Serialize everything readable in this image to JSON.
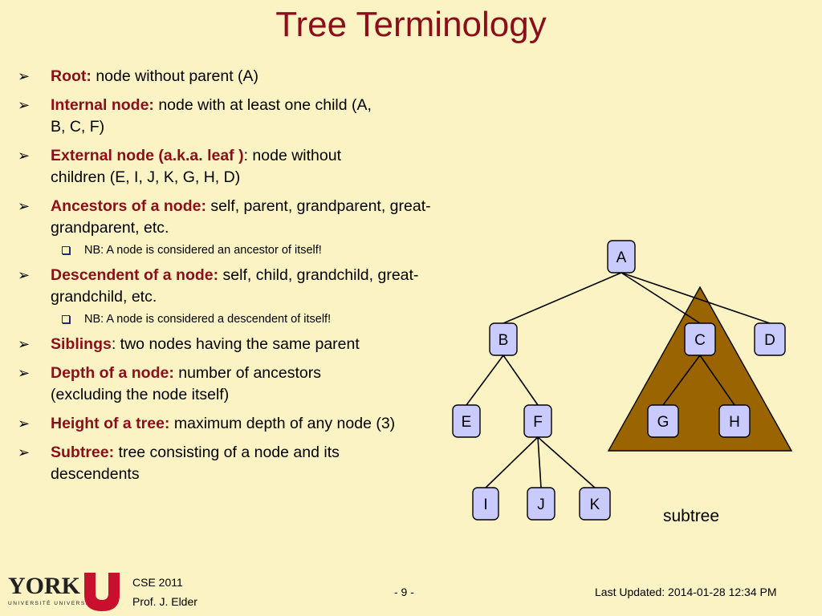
{
  "title": "Tree Terminology",
  "bullets": [
    {
      "term": "Root:",
      "text": " node without parent (A)"
    },
    {
      "term": "Internal node:",
      "text": " node with at least one child (A, B, C, F)"
    },
    {
      "term": "External node (a.k.a. leaf )",
      "text": ": node without children (E, I, J, K, G, H, D)"
    },
    {
      "term": "Ancestors of a node:",
      "text": " self, parent, grandparent, great-grandparent, etc.",
      "note": "NB:  A node is considered an ancestor of itself!"
    },
    {
      "term": "Descendent of a node:",
      "text": " self, child, grandchild, great-grandchild, etc.",
      "note": "NB:  A node is considered a descendent of itself!"
    },
    {
      "term": "Siblings",
      "text": ":  two nodes having the same parent"
    },
    {
      "term": "Depth of a node:",
      "text": " number of ancestors (excluding the node itself)"
    },
    {
      "term": "Height of a tree:",
      "text": " maximum depth of any node (3)"
    },
    {
      "term": "Subtree:",
      "text": " tree consisting of a node and its descendents"
    }
  ],
  "tree": {
    "nodes": [
      "A",
      "B",
      "C",
      "D",
      "E",
      "F",
      "G",
      "H",
      "I",
      "J",
      "K"
    ],
    "edges": [
      [
        "A",
        "B"
      ],
      [
        "A",
        "C"
      ],
      [
        "A",
        "D"
      ],
      [
        "B",
        "E"
      ],
      [
        "B",
        "F"
      ],
      [
        "C",
        "G"
      ],
      [
        "C",
        "H"
      ],
      [
        "F",
        "I"
      ],
      [
        "F",
        "J"
      ],
      [
        "F",
        "K"
      ]
    ],
    "subtree_root": "C",
    "subtree_label": "subtree",
    "node_color": "#c9cbff",
    "subtree_color": "#9a6500"
  },
  "footer": {
    "logo_text": "YORK",
    "logo_sub": "UNIVERSITÉ UNIVERSITY",
    "course": "CSE 2011",
    "instructor": "Prof. J. Elder",
    "page": "- 9 -",
    "updated": "Last Updated:  2014-01-28 12:34 PM"
  },
  "colors": {
    "background": "#fbf3c4",
    "term": "#8b0f1a",
    "logo": "#c8102e"
  }
}
